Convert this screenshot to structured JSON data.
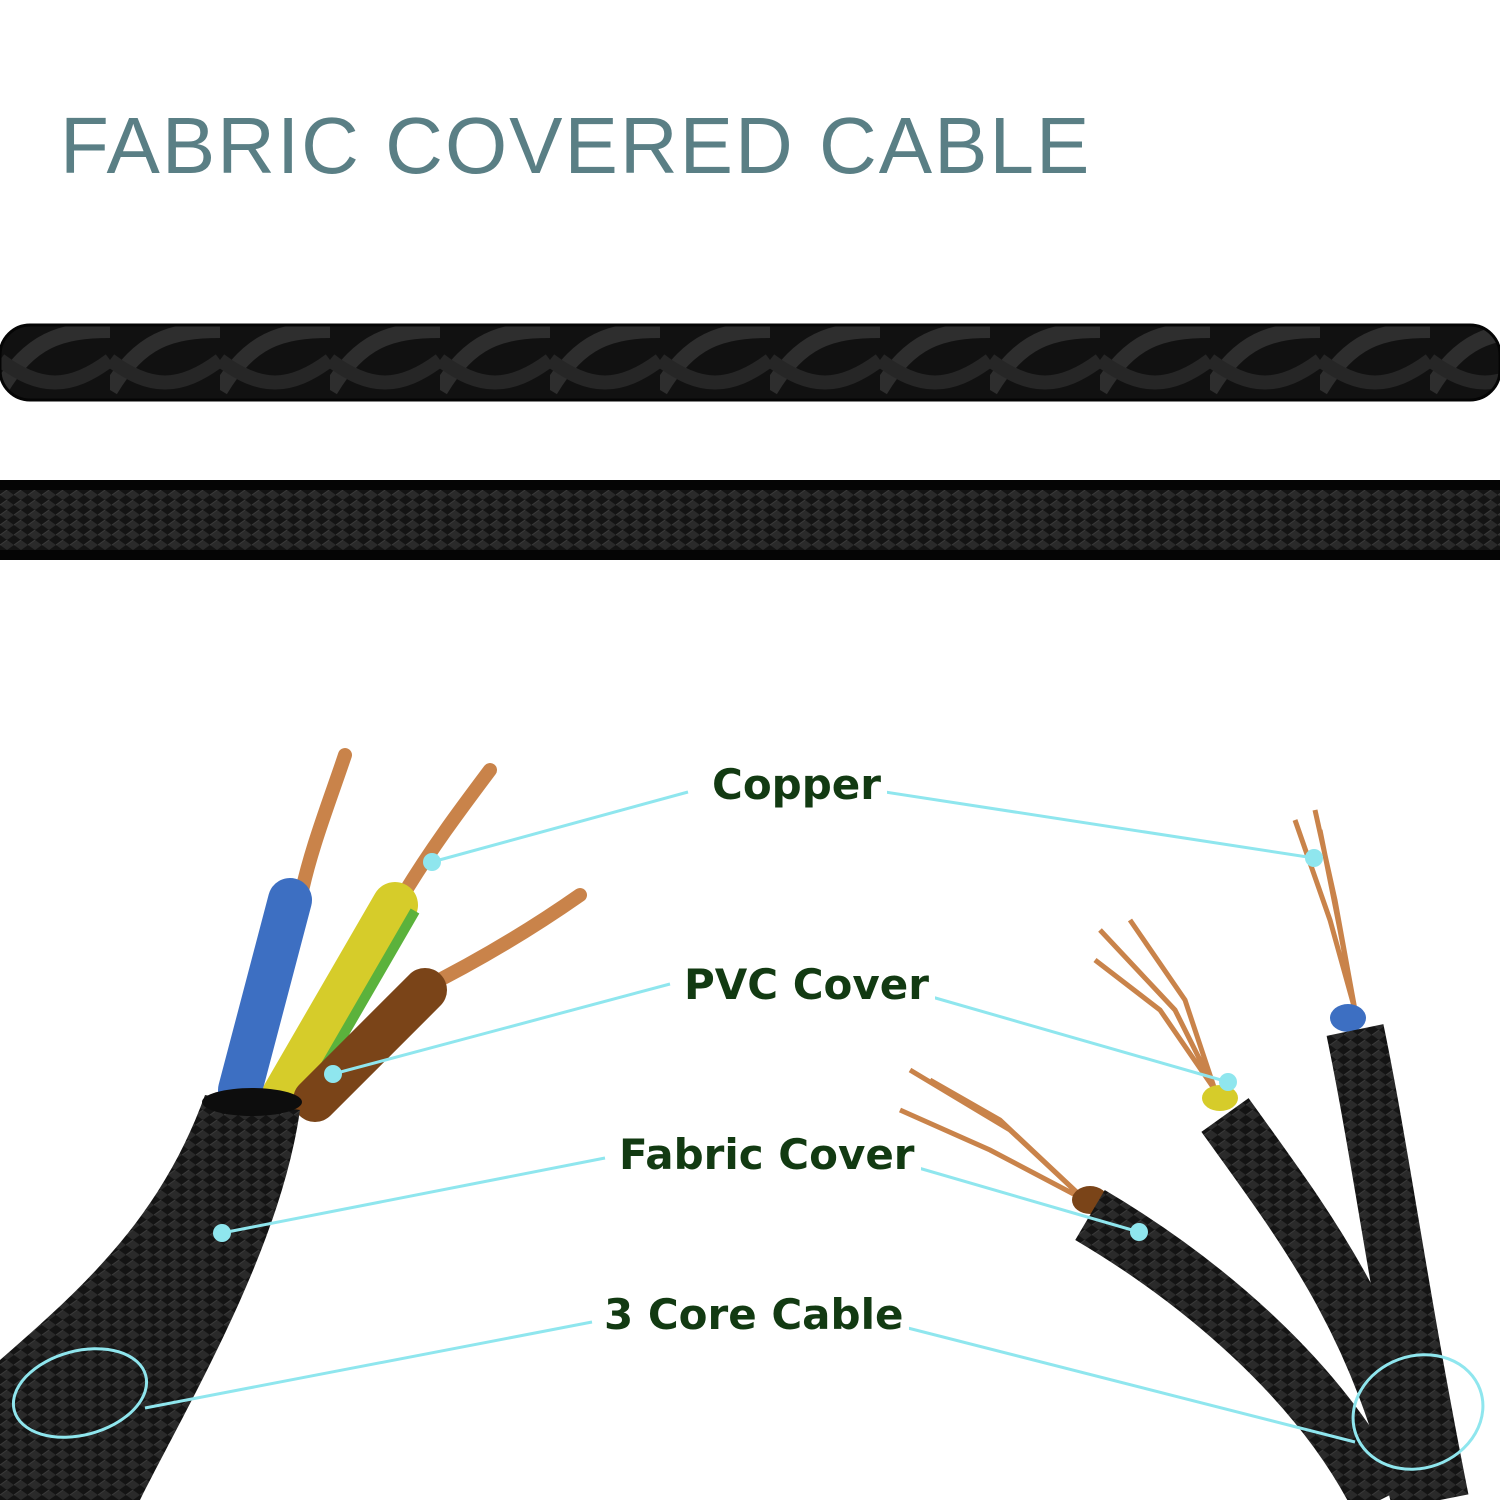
{
  "title": "FABRIC COVERED CABLE",
  "callouts": {
    "copper": "Copper",
    "pvc_cover": "PVC Cover",
    "fabric_cover": "Fabric Cover",
    "three_core_cable": "3 Core Cable"
  },
  "colors": {
    "title": "#5a7f85",
    "label": "#123a12",
    "callout_line": "#8fe6ee",
    "fabric": "#141414",
    "copper": "#c9834a",
    "pvc_blue": "#3d6fc2",
    "pvc_yellow_green": "#d6cc2a",
    "pvc_brown": "#7a4418"
  }
}
